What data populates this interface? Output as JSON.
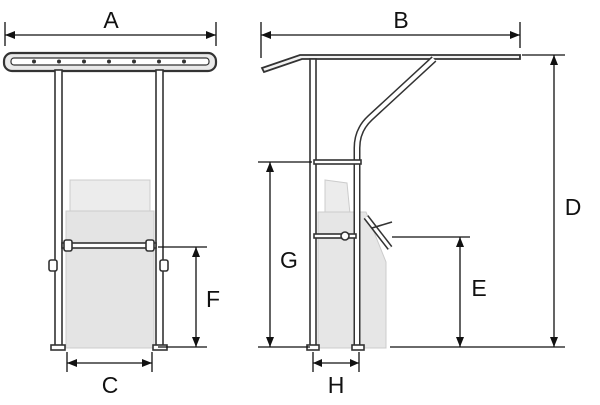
{
  "diagram": {
    "dimension_labels": {
      "a": "A",
      "b": "B",
      "c": "C",
      "d": "D",
      "e": "E",
      "f": "F",
      "g": "G",
      "h": "H"
    }
  }
}
